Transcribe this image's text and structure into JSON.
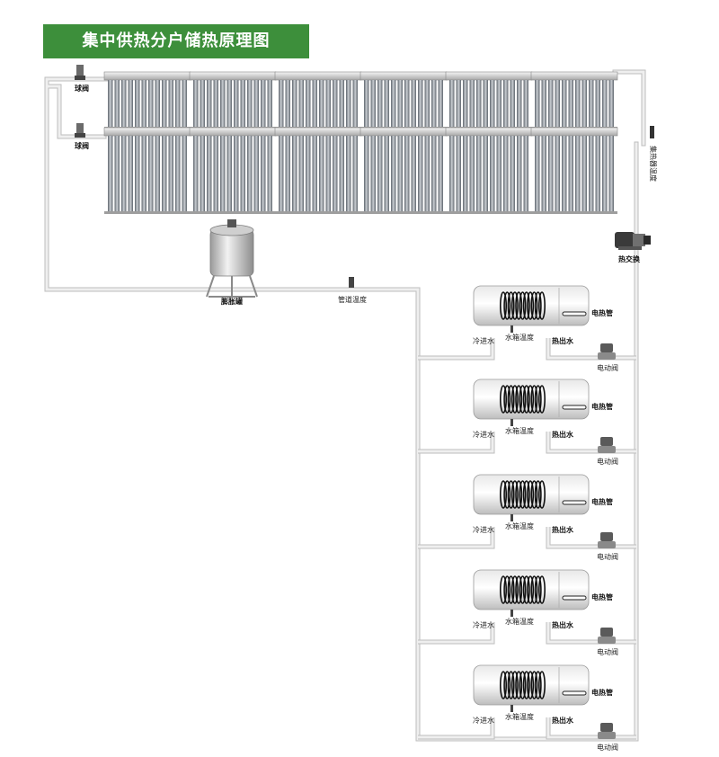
{
  "title": "集中供热分户储热原理图",
  "labels": {
    "ball_valve_top": "球阀",
    "ball_valve_bottom": "球阀",
    "expansion_tank": "膨胀罐",
    "pipe_temp": "管道温度",
    "collector_temp": "集热器温度",
    "heat_exchanger": "热交换"
  },
  "units": [
    {
      "heater": "电热管",
      "cold_in": "冷进水",
      "tank_temp": "水箱温度",
      "hot_out": "热出水",
      "valve": "电动阀"
    },
    {
      "heater": "电热管",
      "cold_in": "冷进水",
      "tank_temp": "水箱温度",
      "hot_out": "热出水",
      "valve": "电动阀"
    },
    {
      "heater": "电热管",
      "cold_in": "冷进水",
      "tank_temp": "水箱温度",
      "hot_out": "热出水",
      "valve": "电动阀"
    },
    {
      "heater": "电热管",
      "cold_in": "冷进水",
      "tank_temp": "水箱温度",
      "hot_out": "热出水",
      "valve": "电动阀"
    },
    {
      "heater": "电热管",
      "cold_in": "冷进水",
      "tank_temp": "水箱温度",
      "hot_out": "热出水",
      "valve": "电动阀"
    }
  ],
  "collector_rows": 2,
  "collectors_per_row": 6,
  "colors": {
    "title_bg": "#3d8f3b",
    "pipe": "#e6e6e6",
    "pipe_edge": "#bdbdbd",
    "collector_tube": "#8e949b"
  }
}
